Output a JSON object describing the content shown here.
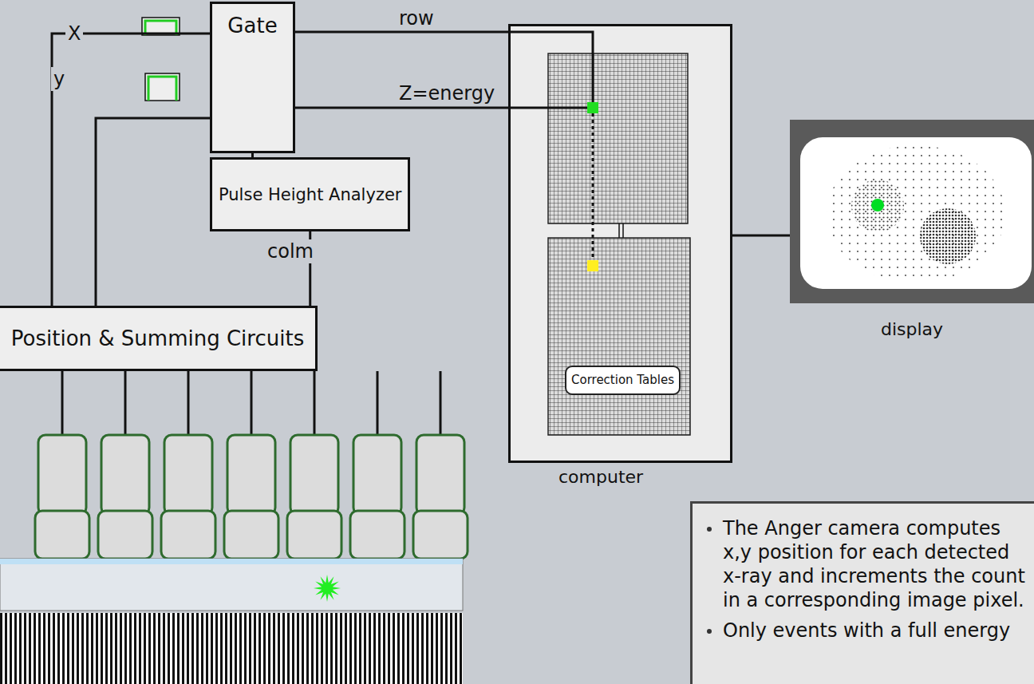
{
  "diagram": {
    "nodes": [
      {
        "text": [
          "Gate"
        ]
      },
      {
        "text": [
          "Pulse Height Analyzer"
        ]
      },
      {
        "text": [
          "Position & Summing Circuits"
        ]
      },
      {
        "text": [
          "computer"
        ]
      },
      {
        "text": [
          "Correction Tables"
        ],
        "in": 3
      },
      {
        "text": [
          "display"
        ]
      },
      {
        "text": [
          "The Anger camera computes x,y position for each detected x-ray and increments the count in a corresponding image pixel.",
          "Only events with a full energy"
        ]
      }
    ],
    "edges": [
      {
        "from": 2,
        "to": 0,
        "label": "X",
        "arrow": "none"
      },
      {
        "from": 2,
        "to": 0,
        "label": "y",
        "arrow": "none"
      },
      {
        "from": 0,
        "to": 1,
        "arrow": "none"
      },
      {
        "from": 1,
        "to": 2,
        "label": "Z=energy",
        "arrow": "none"
      },
      {
        "from": 0,
        "to": 3,
        "label": "colm",
        "arrow": "none"
      },
      {
        "from": 0,
        "to": 3,
        "label": "row",
        "arrow": "none"
      },
      {
        "from": 3,
        "to": 5,
        "arrow": "none"
      }
    ]
  }
}
